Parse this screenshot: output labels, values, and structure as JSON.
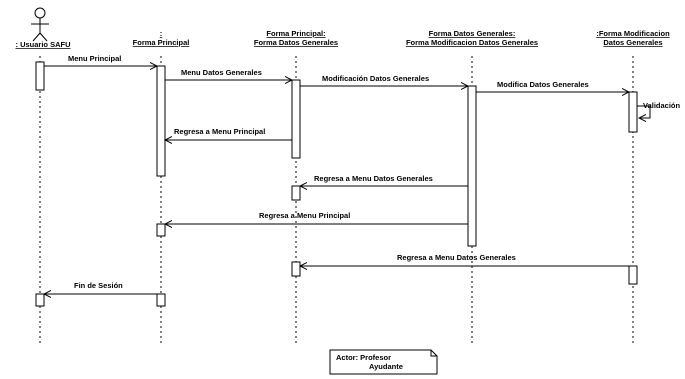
{
  "participants": [
    {
      "id": "usuario",
      "label": ": Usuario SAFU",
      "actor": true
    },
    {
      "id": "principal",
      "label_lines": [
        ":",
        "Forma Principal"
      ]
    },
    {
      "id": "principal_datos",
      "label_lines": [
        "Forma Principal:",
        "Forma Datos Generales"
      ]
    },
    {
      "id": "datos_modif",
      "label_lines": [
        "Forma Datos Generales:",
        "Forma Modificacion Datos Generales"
      ]
    },
    {
      "id": "modificacion",
      "label_lines": [
        ":Forma Modificacion",
        "Datos Generales"
      ]
    }
  ],
  "messages": [
    {
      "from": "usuario",
      "to": "principal",
      "label": "Menu Principal"
    },
    {
      "from": "principal",
      "to": "principal_datos",
      "label": "Menu Datos Generales"
    },
    {
      "from": "principal_datos",
      "to": "datos_modif",
      "label": "Modificación Datos Generales"
    },
    {
      "from": "datos_modif",
      "to": "modificacion",
      "label": "Modifica Datos Generales"
    },
    {
      "from": "modificacion",
      "to": "modificacion",
      "label": "Validación"
    },
    {
      "from": "principal_datos",
      "to": "principal",
      "label": "Regresa a Menu Principal"
    },
    {
      "from": "datos_modif",
      "to": "principal_datos",
      "label": "Regresa a Menu Datos Generales"
    },
    {
      "from": "datos_modif",
      "to": "principal",
      "label": "Regresa a Menu Principal"
    },
    {
      "from": "modificacion",
      "to": "principal_datos",
      "label": "Regresa a Menu Datos Generales"
    },
    {
      "from": "principal",
      "to": "usuario",
      "label": "Fin de Sesión"
    }
  ],
  "note": {
    "lines": [
      "Actor:  Profesor",
      "Ayudante"
    ]
  }
}
